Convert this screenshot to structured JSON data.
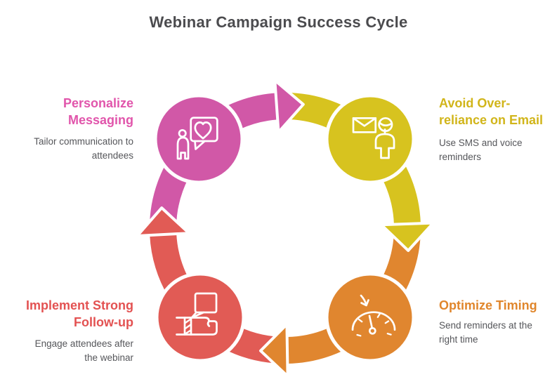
{
  "title": "Webinar Campaign Success Cycle",
  "diagram_type": "cycle",
  "flow_direction": "clockwise",
  "colors": {
    "title_text": "#4b4b4e",
    "description_text": "#55565a",
    "icon_stroke": "#ffffff",
    "background": "#ffffff"
  },
  "nodes": [
    {
      "position": "top-left",
      "title": "Personalize Messaging",
      "description": "Tailor communication to attendees",
      "color": "#d158a7",
      "heading_color": "#e155ab",
      "icon": "person-chat-heart-icon"
    },
    {
      "position": "top-right",
      "title": "Avoid Over-reliance on Email",
      "description": "Use SMS and voice reminders",
      "color": "#d7c31f",
      "heading_color": "#d1b51a",
      "icon": "envelope-person-icon"
    },
    {
      "position": "bottom-right",
      "title": "Optimize Timing",
      "description": "Send reminders at the right time",
      "color": "#e0862f",
      "heading_color": "#e0862c",
      "icon": "speedometer-icon"
    },
    {
      "position": "bottom-left",
      "title": "Implement Strong Follow-up",
      "description": "Engage attendees after the webinar",
      "color": "#e15b55",
      "heading_color": "#e35252",
      "icon": "fist-chat-icon"
    }
  ]
}
